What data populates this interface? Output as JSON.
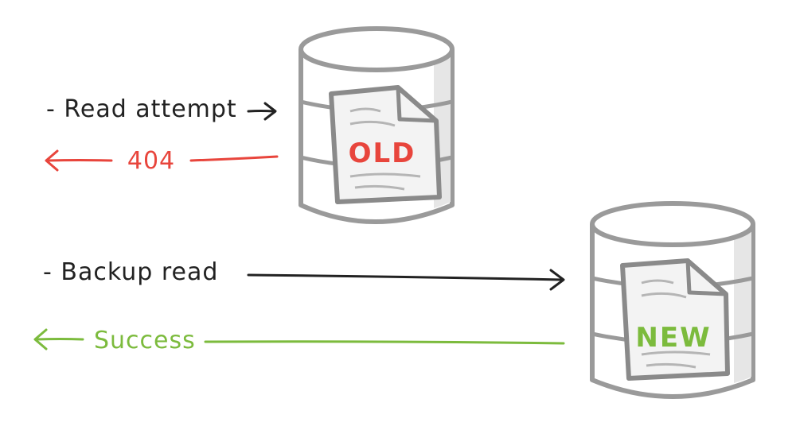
{
  "labels": {
    "read_attempt": "- Read attempt",
    "not_found": "404",
    "backup_read": "- Backup read",
    "success": "Success"
  },
  "databases": {
    "old": {
      "stamp": "OLD"
    },
    "new": {
      "stamp": "NEW"
    }
  },
  "colors": {
    "ink": "#222222",
    "error": "#e8453c",
    "success": "#7cbb3d",
    "cylinder_stroke": "#9a9a9a",
    "cylinder_shade": "#e6e6e6",
    "doc_stroke": "#8a8a8a",
    "doc_fill": "#f3f3f3"
  }
}
